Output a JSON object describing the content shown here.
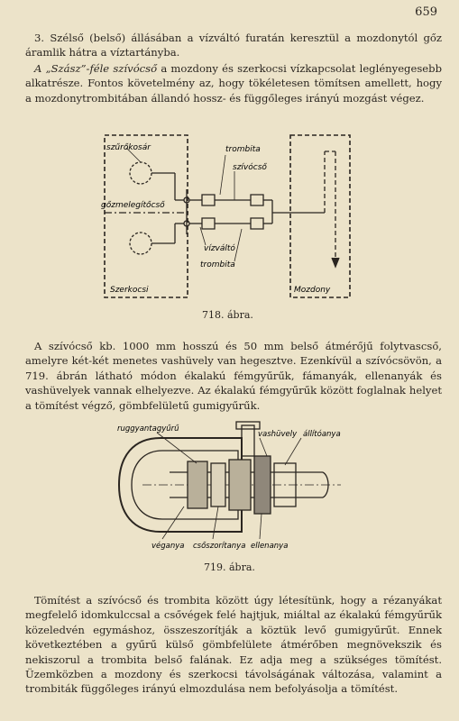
{
  "page": {
    "number": "659",
    "paragraphs": {
      "p1": "3. Szélső (belső) állásában a vízváltó furatán keresztül a mozdonytól gőz áramlik hátra a víztartányba.",
      "p2a": "A „Szász”-féle szívócső",
      "p2b": " a mozdony és szerkocsi vízkapcsolat leglényegesebb alkatrésze. Fontos követelmény az, hogy tökéletesen tömítsen amellett, hogy a mozdonytrombitában állandó hossz- és függőleges irányú mozgást végez.",
      "p3": "A szívócső kb. 1000 mm hosszú és 50 mm belső átmérőjű folytvascső, amelyre két-két menetes vashüvely van hegesztve. Ezenkívül a szívócsövön, a 719. ábrán látható módon ékalakú fémgyűrűk, fámanyák, ellenanyák és vashüvelyek vannak elhelyezve. Az ékalakú fémgyűrűk között foglalnak helyet a tömítést végző, gömbfelületű gumigyűrűk.",
      "p4": "Tömítést a szívócső és trombita között úgy létesítünk, hogy a rézanyákat megfelelő idomkulccsal a csővégek felé hajtjuk, miáltal az ékalakú fémgyűrűk közeledvén egymáshoz, összeszorítják a köztük levő gumigyűrűt. Ennek következtében a gyűrű külső gömbfelülete átmérőben megnövekszik és nekiszorul a trombita belső falának. Ez adja meg a szükséges tömítést. Üzemközben a mozdony és szerkocsi távolságának változása, valamint a trombiták függőleges irányú elmozdulása nem befolyásolja a tömítést."
    },
    "figure718": {
      "caption": "718. ábra.",
      "labels": {
        "szurokosar": "szűrőkosár",
        "trombita_top": "trombita",
        "szivocso": "szívócső",
        "gozmelegito": "gőzmelegítőcső",
        "vizvalto": "vízváltó",
        "trombita_bottom": "trombita",
        "szerkocsi": "Szerkocsi",
        "mozdony": "Mozdony"
      }
    },
    "figure719": {
      "caption": "719. ábra.",
      "labels": {
        "gumigyuru": "ruggyantagyűrű",
        "vashuvely": "vashüvely",
        "allitoanya": "állítóanya",
        "veganya": "véganya",
        "csoszoranya": "csőszorítanya",
        "ellenanya": "ellenanya"
      }
    }
  }
}
